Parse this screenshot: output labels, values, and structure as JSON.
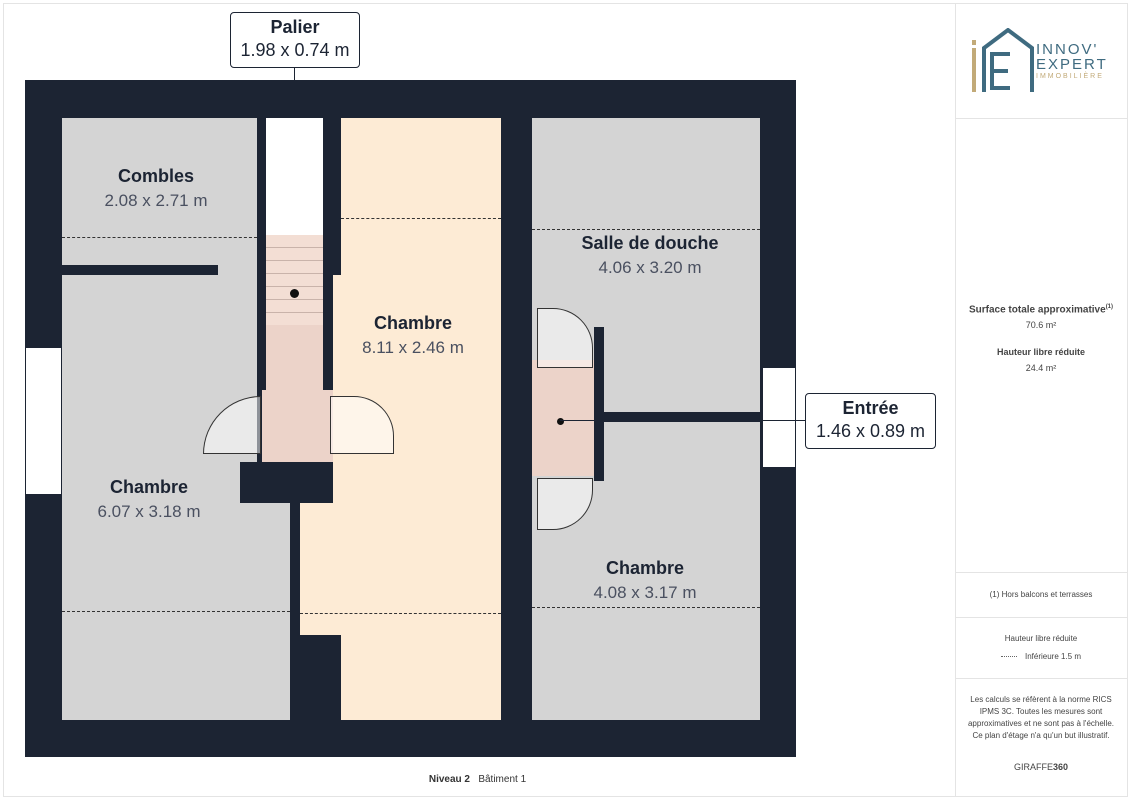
{
  "rooms": [
    {
      "name": "Combles",
      "dims": "2.08 x 2.71 m"
    },
    {
      "name": "Chambre",
      "dims": "6.07 x 3.18 m"
    },
    {
      "name": "Chambre",
      "dims": "8.11 x 2.46 m"
    },
    {
      "name": "Salle de douche",
      "dims": "4.06 x 3.20 m"
    },
    {
      "name": "Chambre",
      "dims": "4.08 x 3.17 m"
    }
  ],
  "callouts": {
    "palier": {
      "name": "Palier",
      "dims": "1.98 x 0.74 m"
    },
    "entree": {
      "name": "Entrée",
      "dims": "1.46 x 0.89 m"
    }
  },
  "footer": {
    "level": "Niveau 2",
    "building": "Bâtiment 1"
  },
  "sidebar": {
    "logo": {
      "line1": "INNOV'",
      "line2": "EXPERT",
      "line3": "IMMOBILIÈRE"
    },
    "surface_label": "Surface totale approximative",
    "surface_note": "(1)",
    "surface_value": "70.6 m²",
    "height_label": "Hauteur libre réduite",
    "height_value": "24.4 m²",
    "footnote": "(1) Hors balcons et terrasses",
    "legend_title": "Hauteur libre réduite",
    "legend_item": "Inférieure 1.5 m",
    "disclaimer": "Les calculs se réfèrent à la norme RICS IPMS 3C. Toutes les mesures sont approximatives et ne sont pas à l'échelle. Ce plan d'étage n'a qu'un but illustratif.",
    "brand_a": "GIRAFFE",
    "brand_b": "360"
  },
  "colors": {
    "wall": "#1c2433",
    "logo_blue": "#3f6b80",
    "logo_gold": "#c2aa78"
  }
}
